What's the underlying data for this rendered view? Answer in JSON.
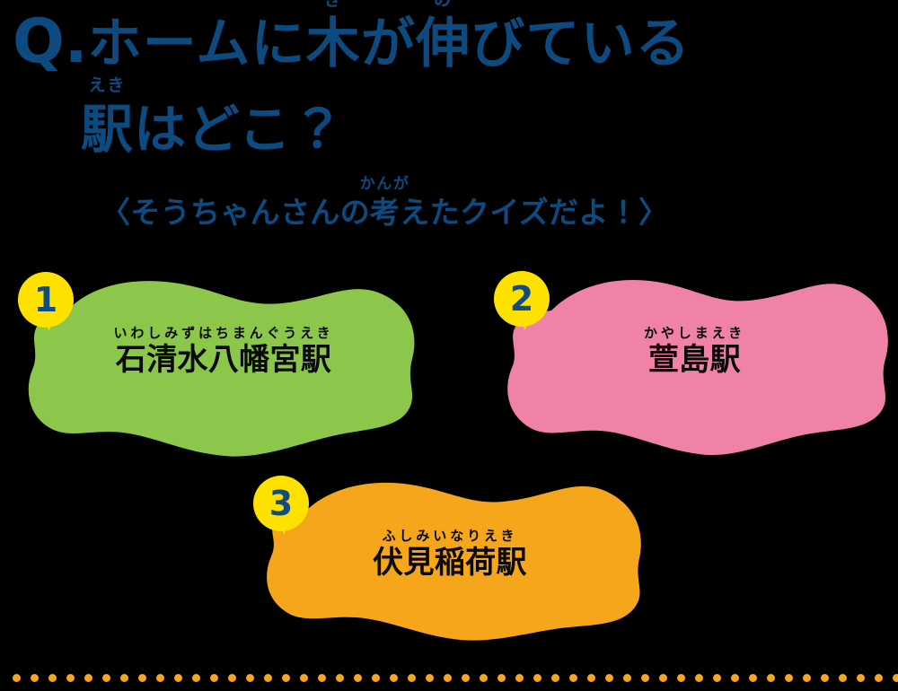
{
  "colors": {
    "background": "#000000",
    "title_blue": "#0C4A80",
    "badge_yellow": "#FFE100",
    "badge_number_blue": "#114C84",
    "option_1_green": "#8CC64B",
    "option_2_pink": "#F082A8",
    "option_3_orange": "#F5A61B",
    "station_text": "#0A0A0A",
    "dot_rule_orange": "#F5A61B"
  },
  "title": {
    "q_mark": "Q.",
    "line1": {
      "seg_a": "ホームに",
      "ruby_ki_base": "木",
      "ruby_ki_text": "き",
      "seg_b": "が",
      "ruby_no_base": "伸",
      "ruby_no_text": "の",
      "seg_c": "びている"
    },
    "line2": {
      "ruby_eki_base": "駅",
      "ruby_eki_text": "えき",
      "seg_a": "はどこ？"
    }
  },
  "subtitle": {
    "open_paren": "〈そうちゃんさんの",
    "ruby_kanga_base": "考",
    "ruby_kanga_text": "かんが",
    "tail": "えたクイズだよ！〉"
  },
  "options": [
    {
      "number": "1",
      "reading": "いわしみずはちまんぐうえき",
      "name": "石清水八幡宮駅",
      "color": "#8CC64B"
    },
    {
      "number": "2",
      "reading": "かやしまえき",
      "name": "萱島駅",
      "color": "#F082A8"
    },
    {
      "number": "3",
      "reading": "ふしみいなりえき",
      "name": "伏見稲荷駅",
      "color": "#F5A61B"
    }
  ],
  "dot_rule": {
    "dot_count": 50
  }
}
